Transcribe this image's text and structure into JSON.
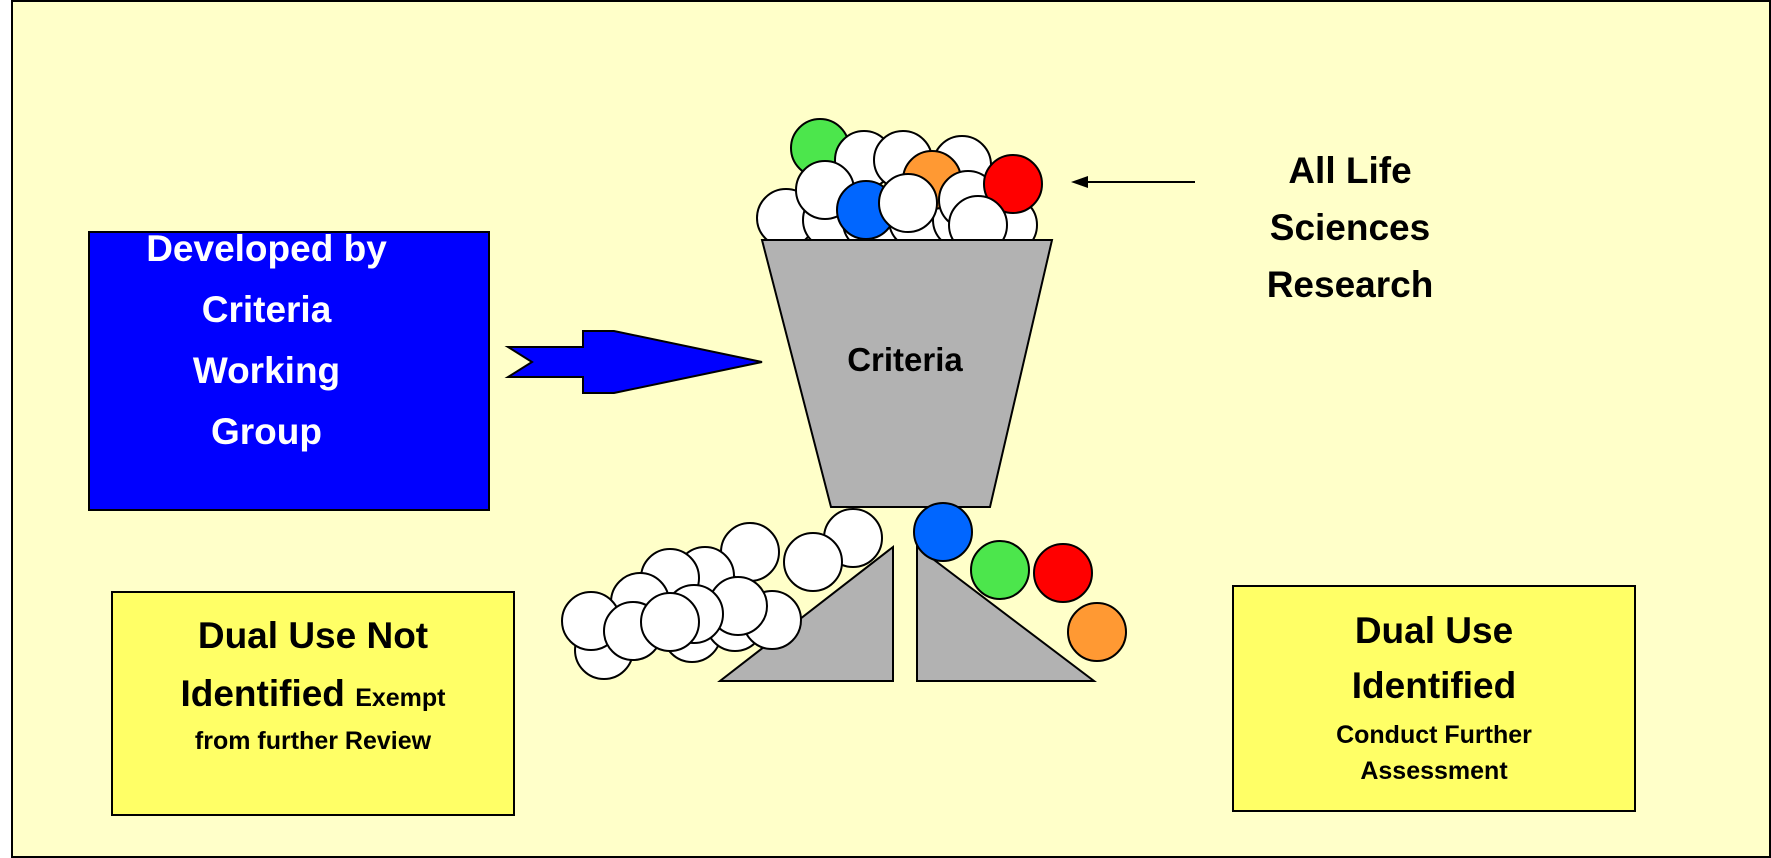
{
  "colors": {
    "frame_background": "#ffffc9",
    "frame_border": "#000000",
    "developed_box": "#0000ff",
    "arrow": "#0000ff",
    "hopper": "#b2b2b2",
    "label_box": "#ffff66",
    "ball_white": "#ffffff",
    "ball_green": "#4ce64c",
    "ball_orange": "#ff9933",
    "ball_red": "#ff0000",
    "ball_blue": "#0066ff"
  },
  "developed_box": {
    "lines": [
      "Developed by",
      "Criteria",
      "Working",
      "Group"
    ]
  },
  "hopper": {
    "label": "Criteria"
  },
  "source": {
    "lines": [
      "All Life",
      "Sciences",
      "Research"
    ]
  },
  "not_identified": {
    "title_line1": "Dual Use Not",
    "title_line2": "Identified",
    "subtitle_inline": "Exempt",
    "subtitle_line2": "from further Review"
  },
  "identified": {
    "title_line1": "Dual Use",
    "title_line2": "Identified",
    "subtitle_line1": "Conduct Further",
    "subtitle_line2": "Assessment"
  },
  "balls": {
    "top_pile": [
      "white",
      "white",
      "white",
      "white",
      "white",
      "white",
      "green",
      "white",
      "white",
      "white",
      "orange",
      "white",
      "red",
      "white",
      "blue",
      "white",
      "white"
    ],
    "exempt_pile": [
      "white",
      "white",
      "white",
      "white",
      "white",
      "white",
      "white",
      "white",
      "white",
      "white",
      "white",
      "white",
      "white",
      "white",
      "white"
    ],
    "flagged_pile": [
      "blue",
      "green",
      "red",
      "orange"
    ]
  }
}
